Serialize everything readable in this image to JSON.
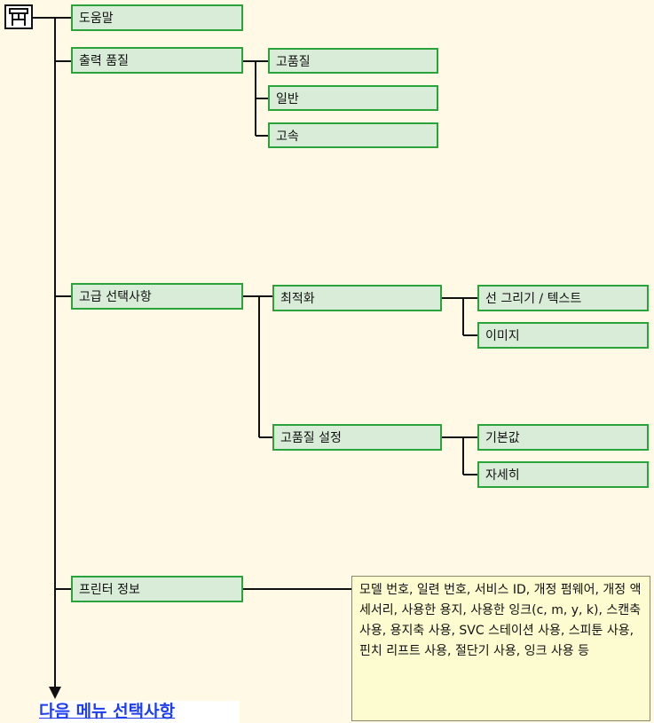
{
  "tree": {
    "root_icon": "printer-icon",
    "help": "도움말",
    "print_quality": {
      "label": "출력 품질",
      "options": [
        "고품질",
        "일반",
        "고속"
      ]
    },
    "advanced": {
      "label": "고급 선택사항",
      "optimize": {
        "label": "최적화",
        "options": [
          "선 그리기 / 텍스트",
          "이미지"
        ]
      },
      "hq_settings": {
        "label": "고품질 설정",
        "options": [
          "기본값",
          "자세히"
        ]
      }
    },
    "printer_info": {
      "label": "프린터 정보",
      "details": "모델 번호, 일련 번호, 서비스 ID, 개정 펌웨어, 개정 액세서리, 사용한 용지, 사용한 잉크(c, m, y, k), 스캔축 사용, 용지축 사용, SVC 스테이션 사용, 스피툰 사용, 핀치 리프트 사용, 절단기 사용, 잉크 사용 등"
    },
    "next_menu": "다음 메뉴 선택사항"
  },
  "colors": {
    "background": "#fff9e5",
    "node_fill": "#d9ecd8",
    "node_border": "#2aa33a",
    "note_fill": "#fdfcd0",
    "link": "#1f3df0"
  }
}
